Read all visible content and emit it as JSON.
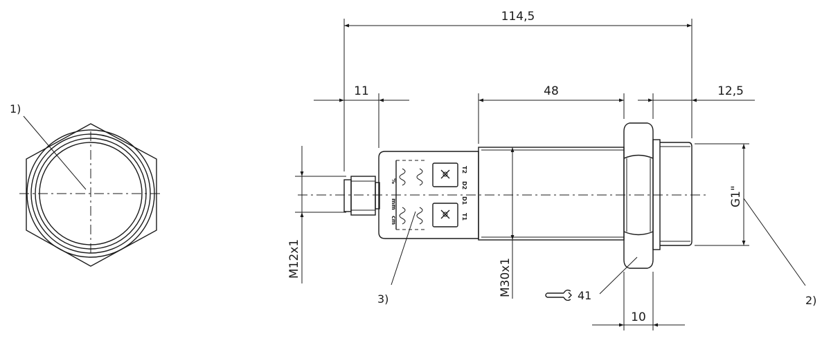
{
  "dimensions": {
    "overall_length": "114,5",
    "connector_length": "11",
    "thread_body_length": "48",
    "process_thread_length": "12,5",
    "nut_width": "10",
    "connector_thread": "M12x1",
    "body_thread": "M30x1",
    "process_thread": "G1\""
  },
  "callouts": {
    "front_view": "1)",
    "process_connection": "2)",
    "display_leds": "3)",
    "wrench_size": "41"
  },
  "led_labels": {
    "t1": "T1",
    "d1": "D1",
    "d2": "D2",
    "t2": "T2",
    "unit_mm": "mm",
    "unit_cm": "cm",
    "unit_pct": "%"
  },
  "icons": {
    "wrench": "wrench-icon",
    "button": "cross-button-icon"
  }
}
